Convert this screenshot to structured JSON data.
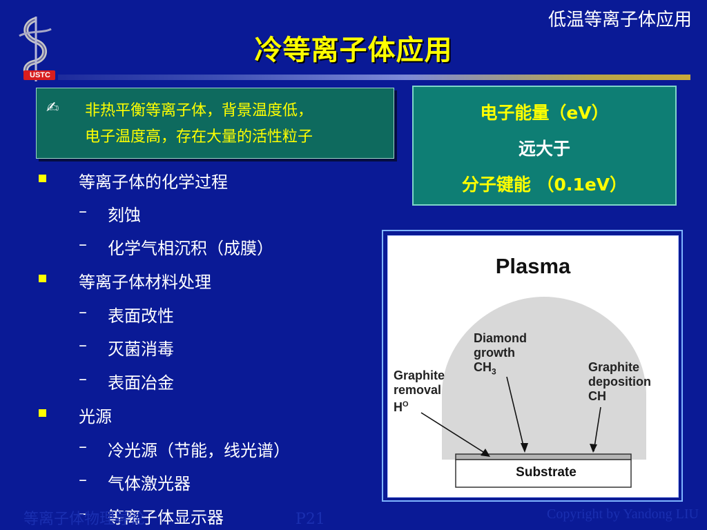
{
  "header": {
    "corner_title": "低温等离子体应用",
    "title": "冷等离子体应用"
  },
  "logo": {
    "text": "USTC",
    "icon": "ustc-emblem-icon"
  },
  "callout": {
    "icon": "writing-hand-icon",
    "line1": "非热平衡等离子体，背景温度低，",
    "line2": "电子温度高，存在大量的活性粒子"
  },
  "energy_box": {
    "line1": "电子能量（eV）",
    "line2": "远大于",
    "line3": "分子键能 （0.1eV）"
  },
  "bullets": [
    {
      "label": "等离子体的化学过程",
      "subs": [
        "刻蚀",
        "化学气相沉积（成膜）"
      ]
    },
    {
      "label": "等离子体材料处理",
      "subs": [
        "表面改性",
        "灭菌消毒",
        "表面冶金"
      ]
    },
    {
      "label": "光源",
      "subs": [
        "冷光源（节能，线光谱）",
        "气体激光器",
        "等离子体显示器"
      ]
    }
  ],
  "sub_marker": "–",
  "figure": {
    "title": "Plasma",
    "diamond": {
      "l1": "Diamond",
      "l2": "growth",
      "l3": "CH",
      "l3_sub": "3"
    },
    "deposition": {
      "l1": "Graphite",
      "l2": "deposition",
      "l3": "CH"
    },
    "removal": {
      "l1": "Graphite",
      "l2": "removal",
      "l3": "H",
      "l3_sup": "O"
    },
    "substrate": "Substrate"
  },
  "footer": {
    "left": "等离子体物理导论",
    "page": "P21",
    "right": "Copyright by Yandong LIU"
  },
  "colors": {
    "background": "#0a1a96",
    "title": "#ffff00",
    "callout_bg": "#0e6a5e",
    "energy_bg": "#0e7e74",
    "bullet": "#ffff00"
  }
}
